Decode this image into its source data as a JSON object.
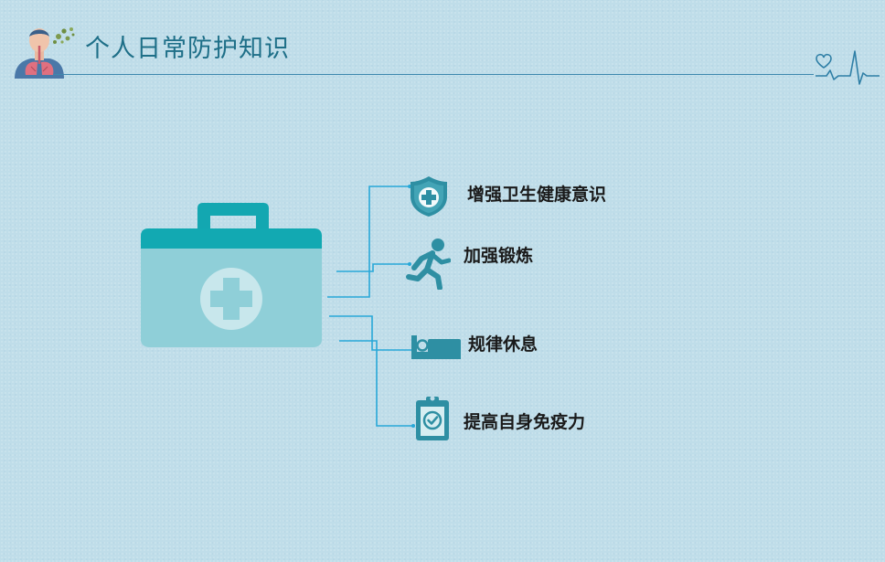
{
  "header": {
    "title": "个人日常防护知识"
  },
  "features": [
    {
      "label": "增强卫生健康意识",
      "icon": "shield-plus-icon"
    },
    {
      "label": "加强锻炼",
      "icon": "running-person-icon"
    },
    {
      "label": "规律休息",
      "icon": "bed-icon"
    },
    {
      "label": "提高自身免疫力",
      "icon": "clipboard-check-icon"
    }
  ],
  "colors": {
    "background": "#bfdde9",
    "title": "#1e6f88",
    "icon_teal": "#2e8fa3",
    "kit_top": "#12a9b2",
    "kit_body": "#8fcfd8",
    "connector": "#28a8d8"
  }
}
